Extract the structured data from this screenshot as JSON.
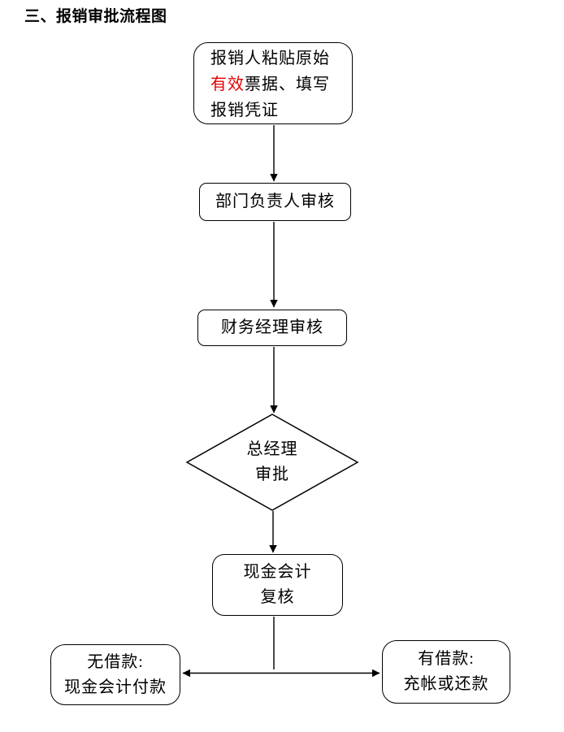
{
  "title": "三、报销审批流程图",
  "colors": {
    "highlight_red": "#e60000",
    "stroke": "#000000",
    "background": "#ffffff"
  },
  "flowchart": {
    "nodes": {
      "start": {
        "shape": "rounded-rect",
        "line1": "报销人粘贴原始",
        "line2_red": "有效",
        "line2_rest": "票据、填写",
        "line3": "报销凭证"
      },
      "dept_review": {
        "shape": "rounded-rect",
        "label": "部门负责人审核"
      },
      "finance_review": {
        "shape": "rounded-rect",
        "label": "财务经理审核"
      },
      "gm_approval": {
        "shape": "diamond",
        "line1": "总经理",
        "line2": "审批"
      },
      "cashier_recheck": {
        "shape": "rounded-rect",
        "line1": "现金会计",
        "line2": "复核"
      },
      "no_loan": {
        "shape": "rounded-rect",
        "line1": "无借款:",
        "line2": "现金会计付款"
      },
      "has_loan": {
        "shape": "rounded-rect",
        "line1": "有借款:",
        "line2": "充帐或还款"
      }
    },
    "edges": [
      {
        "from": "start",
        "to": "dept_review"
      },
      {
        "from": "dept_review",
        "to": "finance_review"
      },
      {
        "from": "finance_review",
        "to": "gm_approval"
      },
      {
        "from": "gm_approval",
        "to": "cashier_recheck"
      },
      {
        "from": "cashier_recheck",
        "to": "no_loan"
      },
      {
        "from": "cashier_recheck",
        "to": "has_loan"
      }
    ]
  }
}
